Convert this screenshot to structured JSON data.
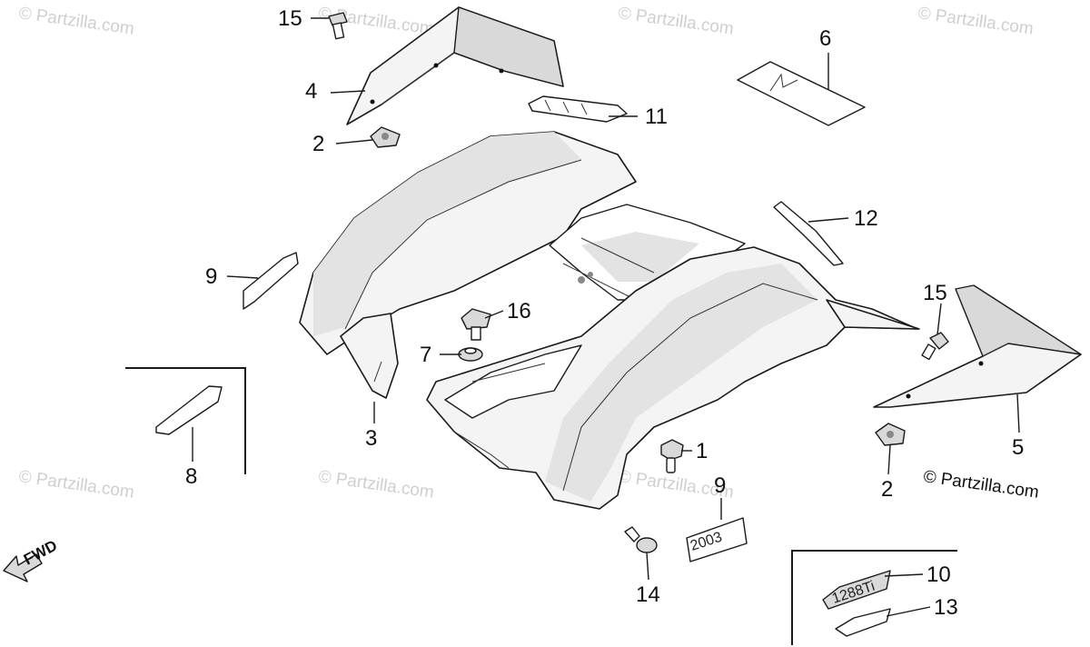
{
  "watermark_text": "© Partzilla.com",
  "copyright_text": "© Partzilla.com",
  "fwd_label": "FWD",
  "badge_text": "2003",
  "decal_10_text": "1288Ti",
  "callouts": {
    "c1": "1",
    "c2a": "2",
    "c2b": "2",
    "c3": "3",
    "c4": "4",
    "c5": "5",
    "c6": "6",
    "c7": "7",
    "c8": "8",
    "c9a": "9",
    "c9b": "9",
    "c10": "10",
    "c11": "11",
    "c12": "12",
    "c13": "13",
    "c14": "14",
    "c15a": "15",
    "c15b": "15",
    "c16": "16"
  },
  "colors": {
    "line": "#1a1a1a",
    "watermark": "#cfcfcf"
  }
}
